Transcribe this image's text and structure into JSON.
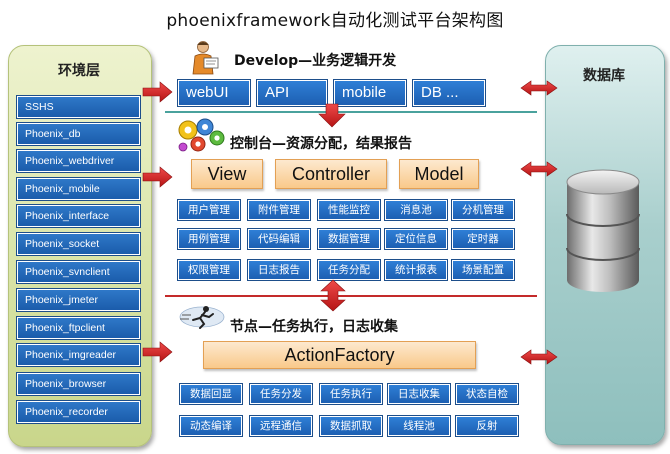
{
  "title": "phoenixframework自动化测试平台架构图",
  "env": {
    "title": "环境层",
    "items": [
      "SSHS",
      "Phoenix_db",
      "Phoenix_webdriver",
      "Phoenix_mobile",
      "Phoenix_interface",
      "Phoenix_socket",
      "Phoenix_svnclient",
      "Phoenix_jmeter",
      "Phoenix_ftpclient",
      "Phoenix_imgreader",
      "Phoenix_browser",
      "Phoenix_recorder"
    ]
  },
  "db": {
    "title": "数据库"
  },
  "develop": {
    "header": "Develop—业务逻辑开发",
    "buttons": [
      "webUI",
      "API",
      "mobile",
      "DB ..."
    ]
  },
  "control": {
    "header": "控制台—资源分配，结果报告",
    "mvc": [
      "View",
      "Controller",
      "Model"
    ],
    "rows": [
      [
        "用户管理",
        "附件管理",
        "性能监控",
        "消息池",
        "分机管理"
      ],
      [
        "用例管理",
        "代码编辑",
        "数据管理",
        "定位信息",
        "定时器"
      ],
      [
        "权限管理",
        "日志报告",
        "任务分配",
        "统计报表",
        "场景配置"
      ]
    ]
  },
  "node": {
    "header": "节点—任务执行，日志收集",
    "factory": "ActionFactory",
    "rows": [
      [
        "数据回显",
        "任务分发",
        "任务执行",
        "日志收集",
        "状态自检"
      ],
      [
        "动态编译",
        "远程通信",
        "数据抓取",
        "线程池",
        "反射"
      ]
    ]
  },
  "colors": {
    "arrow": "#d42a2a",
    "button": "#2170c4",
    "orange": "#f9c98a",
    "env_panel": "#d9e4a7",
    "db_panel": "#a9cfcd"
  },
  "icons": [
    "developer-icon",
    "gears-icon",
    "runner-icon",
    "database-icon"
  ]
}
